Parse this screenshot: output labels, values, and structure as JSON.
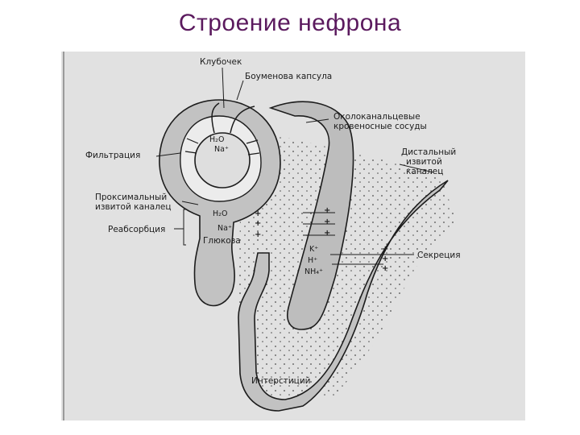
{
  "title": "Строение нефрона",
  "labels": {
    "glomerulus": "Клубочек",
    "bowman": "Боуменова капсула",
    "vessels_1": "Околоканальцевые",
    "vessels_2": "кровеносные сосуды",
    "filtration": "Фильтрация",
    "proximal_1": "Проксимальный",
    "proximal_2": "извитой каналец",
    "reabsorption": "Реабсорбция",
    "glucose": "Глюкоза",
    "distal_1": "Дистальный",
    "distal_2": "извитой",
    "distal_3": "каналец",
    "secretion": "Секреция",
    "interstitium": "Интерстиций",
    "h2o_top": "H₂O",
    "na_top": "Na⁺",
    "h2o": "H₂O",
    "na": "Na⁺",
    "k": "K⁺",
    "h": "H⁺",
    "nh4": "NH₄⁺",
    "plus": "+"
  },
  "colors": {
    "title": "#5b1a5e",
    "scan_bg": "#e1e1e1",
    "tubule_fill": "#bdbdbd",
    "ink": "#1c1c1c"
  }
}
